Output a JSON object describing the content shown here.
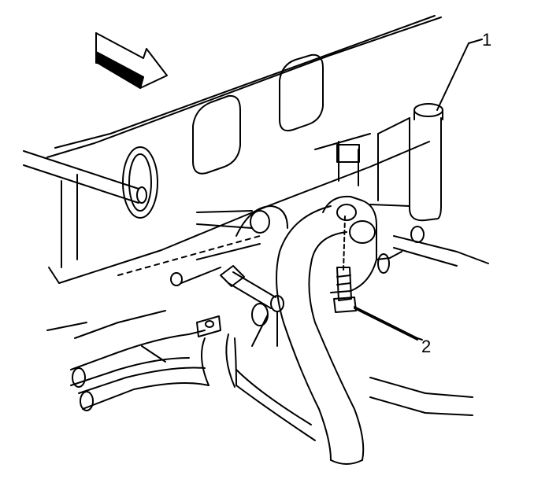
{
  "callouts": {
    "one": "1",
    "two": "2"
  },
  "parts": [
    "direction-arrow-icon",
    "intake-manifold",
    "canister-module",
    "mounting-bracket",
    "bolt",
    "coolant-hose",
    "fuel-line-connector",
    "heater-hoses"
  ],
  "colors": {
    "line": "#000000",
    "background": "#ffffff"
  }
}
